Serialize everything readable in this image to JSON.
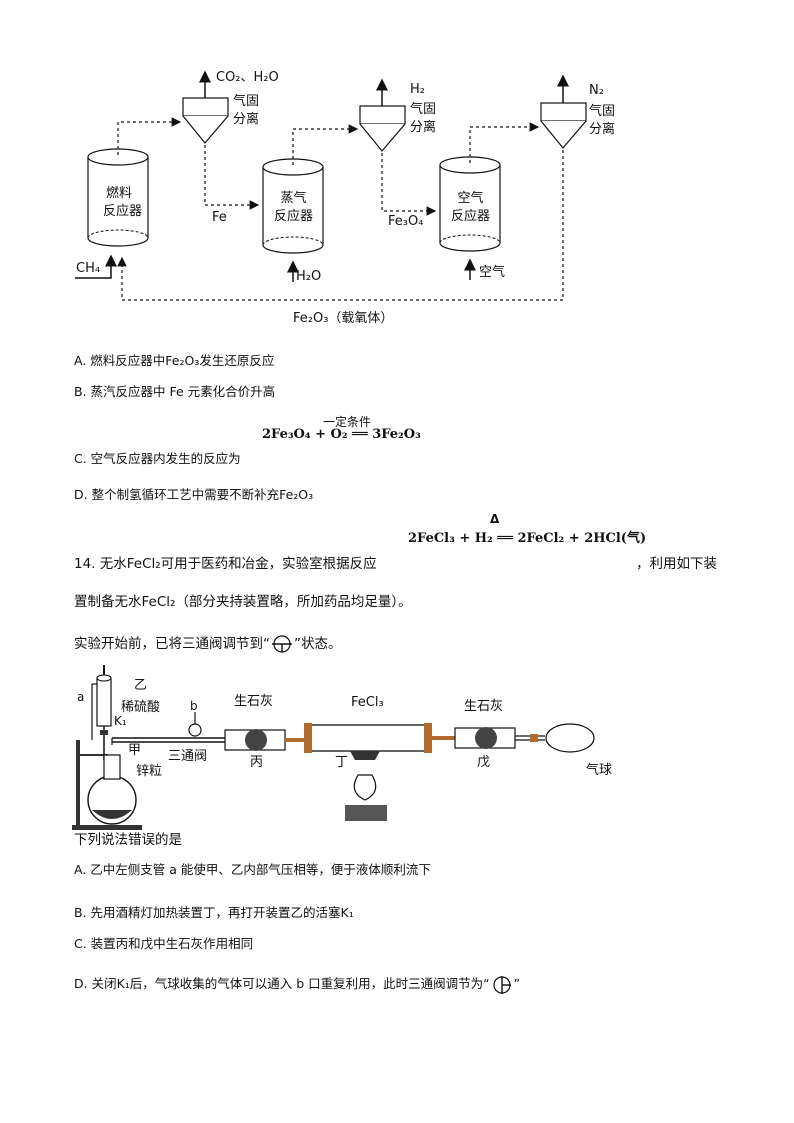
{
  "flow": {
    "fuel_reactor": [
      "燃料",
      "反应器"
    ],
    "steam_reactor": [
      "蒸气",
      "反应器"
    ],
    "air_reactor": [
      "空气",
      "反应器"
    ],
    "separator_text": [
      "气固",
      "分离"
    ],
    "out1": "CO₂、H₂O",
    "out2": "H₂",
    "out3": "N₂",
    "fe_label": "Fe",
    "fe3o4_label": "Fe₃O₄",
    "ch4_label": "CH₄",
    "h2o_label": "H₂O",
    "air_label": "空气",
    "loop_label": "Fe₂O₃（载氧体）"
  },
  "q13": {
    "a": "A. 燃料反应器中Fe₂O₃发生还原反应",
    "b": "B. 蒸汽反应器中 Fe 元素化合价升高",
    "c_equation": "2Fe₃O₄ + O₂ ══ 3Fe₂O₃",
    "c_condition": "一定条件",
    "c": "C. 空气反应器内发生的反应为",
    "d": "D. 整个制氢循环工艺中需要不断补充Fe₂O₃"
  },
  "q14": {
    "equation": "2FeCl₃ + H₂ ══ 2FeCl₂ + 2HCl(气)",
    "equation_condition": "Δ",
    "line1": "14.   无水FeCl₂可用于医药和冶金，实验室根据反应",
    "line1_tail": "，利用如下装",
    "line2": "置制备无水FeCl₂（部分夹持装置略，所加药品均足量）。",
    "line3_pre": "实验开始前，已将三通阀调节到“",
    "line3_post": "”状态。",
    "question": "下列说法错误的是",
    "a": "A. 乙中左侧支管 a 能使甲、乙内部气压相等，便于液体顺利流下",
    "b": "B. 先用酒精灯加热装置丁，再打开装置乙的活塞K₁",
    "c": "C. 装置丙和戊中生石灰作用相同",
    "d_pre": "D. 关闭K₁后，气球收集的气体可以通入 b 口重复利用，此时三通阀调节为“",
    "d_post": "”"
  },
  "apparatus": {
    "a": "a",
    "yi": "乙",
    "acid": "稀硫酸",
    "k1": "K₁",
    "jia": "甲",
    "zinc": "锌粒",
    "b": "b",
    "valve": "三通阀",
    "lime1": "生石灰",
    "bing": "丙",
    "fecl3": "FeCl₃",
    "ding": "丁",
    "lime2": "生石灰",
    "wu": "戊",
    "balloon": "气球"
  }
}
